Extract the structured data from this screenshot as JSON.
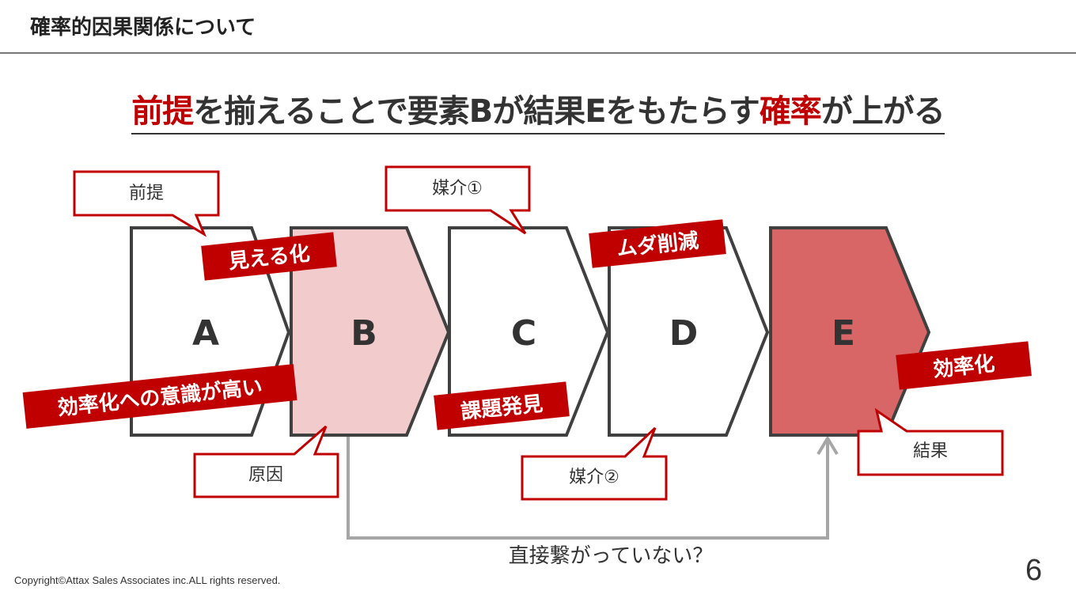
{
  "header": {
    "title": "確率的因果関係について"
  },
  "headline": {
    "part1": "前提",
    "part2": "を揃えることで要素Bが結果Eをもたらす",
    "part3": "確率",
    "part4": "が上がる"
  },
  "steps": [
    {
      "letter": "A",
      "fill": "#ffffff"
    },
    {
      "letter": "B",
      "fill": "#f2cccc"
    },
    {
      "letter": "C",
      "fill": "#ffffff"
    },
    {
      "letter": "D",
      "fill": "#ffffff"
    },
    {
      "letter": "E",
      "fill": "#d96666"
    }
  ],
  "callouts": {
    "premise": "前提",
    "medium1": "媒介①",
    "cause": "原因",
    "medium2": "媒介②",
    "result": "結果"
  },
  "banners": {
    "visualize": "見える化",
    "efficiency_awareness": "効率化への意識が高い",
    "waste_reduction": "ムダ削減",
    "issue_discovery": "課題発見",
    "efficiency": "効率化"
  },
  "connector": {
    "label": "直接繋がっていない？"
  },
  "footer": {
    "copyright": "Copyright©Attax Sales Associates inc.ALL rights reserved.",
    "page_number": "6"
  },
  "colors": {
    "accent_red": "#c00000",
    "outline": "#404040",
    "connector_gray": "#a6a6a6"
  }
}
